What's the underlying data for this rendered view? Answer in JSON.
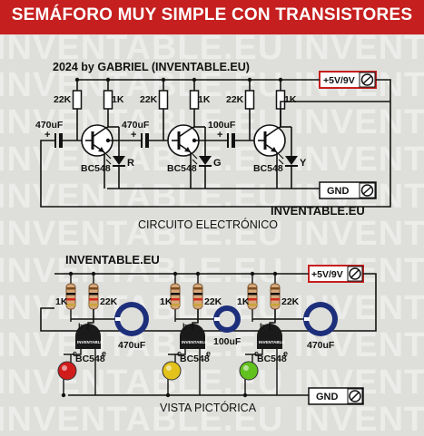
{
  "header": {
    "title": "SEMÁFORO MUY SIMPLE CON TRANSISTORES"
  },
  "watermark": {
    "text": "INVENTABLE.EU"
  },
  "schematic": {
    "credit": "2024 by GABRIEL (INVENTABLE.EU)",
    "power_label": "+5V/9V",
    "ground_label": "GND",
    "site_label": "INVENTABLE.EU",
    "caption": "CIRCUITO ELECTRÓNICO",
    "stages": [
      {
        "base_resistor": "22K",
        "collector_resistor": "1K",
        "capacitor": "470uF",
        "transistor": "BC548",
        "led": "R"
      },
      {
        "base_resistor": "22K",
        "collector_resistor": "1K",
        "capacitor": "470uF",
        "transistor": "BC548",
        "led": "G"
      },
      {
        "base_resistor": "22K",
        "collector_resistor": "1K",
        "capacitor": "100uF",
        "transistor": "BC548",
        "led": "Y"
      }
    ],
    "plus_sign": "+"
  },
  "pictorial": {
    "site_label": "INVENTABLE.EU",
    "power_label": "+5V/9V",
    "ground_label": "GND",
    "caption": "VISTA PICTÓRICA",
    "chip_label": "INVENTABLE",
    "pins": {
      "b": "b",
      "c": "c",
      "e": "e"
    },
    "stages": [
      {
        "r1": "1K",
        "r2": "22K",
        "transistor": "BC548",
        "capacitor": "470uF",
        "led_color": "#d11c1c"
      },
      {
        "r1": "1K",
        "r2": "22K",
        "transistor": "BC548",
        "capacitor": "100uF",
        "led_color": "#e3c21b"
      },
      {
        "r1": "1K",
        "r2": "22K",
        "transistor": "BC548",
        "capacitor": "470uF",
        "led_color": "#62c11f"
      }
    ]
  },
  "colors": {
    "title_bg": "#c61f1f",
    "power_box": "#c61f1f",
    "capacitor_blue": "#1d2f7a",
    "wire": "#111111"
  }
}
